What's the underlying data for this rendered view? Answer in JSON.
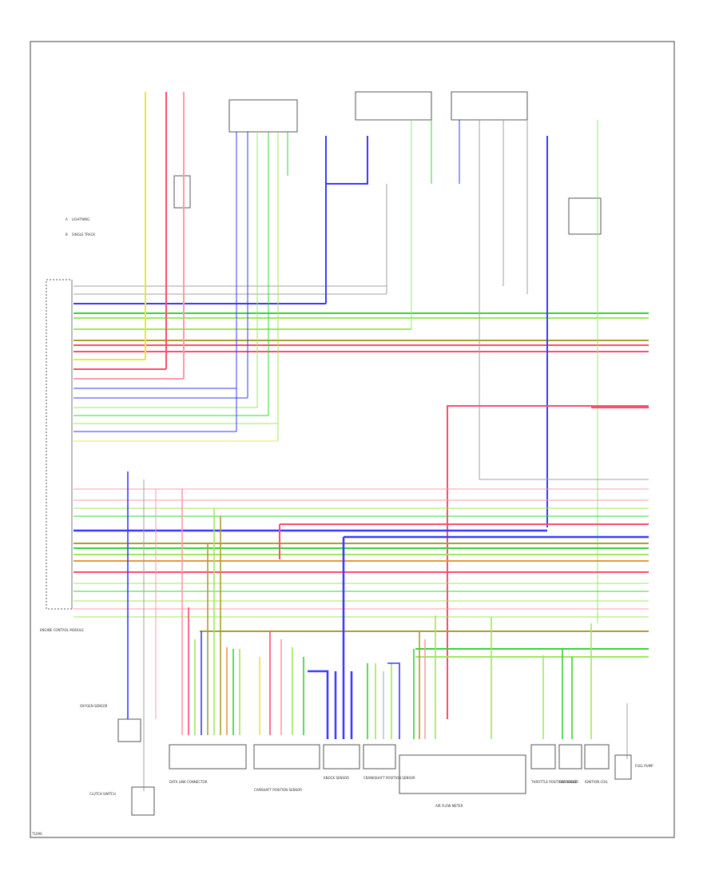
{
  "diagram": {
    "legend": [
      {
        "key": "A",
        "text": "LIGHTNING"
      },
      {
        "key": "B",
        "text": "SINGLE TRACK"
      }
    ],
    "footer_code": "T1096",
    "modules": [
      "ENGINE CONTROL MODULE",
      "DATA LINK CONNECTOR",
      "CAMSHAFT POSITION SENSOR",
      "KNOCK SENSOR",
      "CRANKSHAFT POSITION SENSOR",
      "AIR FLOW METER",
      "THROTTLE POSITION SENSOR",
      "EGR VALVE",
      "IGNITION COIL",
      "FUEL PUMP",
      "OXYGEN SENSOR",
      "CLUTCH SWITCH"
    ],
    "wire_colors": {
      "red": "#ff4d6d",
      "pink": "#ff9aa8",
      "green": "#37d437",
      "light_green": "#9fe85a",
      "blue": "#3a3aff",
      "yellow": "#e8e83a",
      "grey": "#a0a0a0",
      "olive": "#a8a030",
      "orange": "#e8963a",
      "black": "#222222"
    }
  }
}
